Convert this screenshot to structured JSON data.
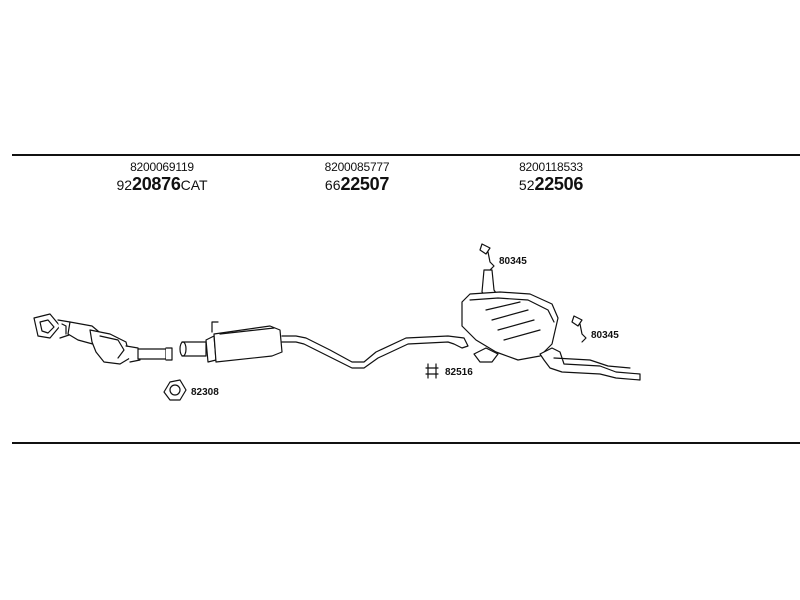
{
  "parts": [
    {
      "oem": "8200069119",
      "art_prefix": "92",
      "art_main": "20876",
      "art_suffix": "CAT"
    },
    {
      "oem": "8200085777",
      "art_prefix": "66",
      "art_main": "22507",
      "art_suffix": ""
    },
    {
      "oem": "8200118533",
      "art_prefix": "52",
      "art_main": "22506",
      "art_suffix": ""
    }
  ],
  "callouts": {
    "gasket": "82308",
    "clamp": "82516",
    "hanger_top": "80345",
    "hanger_right": "80345"
  },
  "colors": {
    "line": "#111111",
    "background": "#ffffff"
  }
}
